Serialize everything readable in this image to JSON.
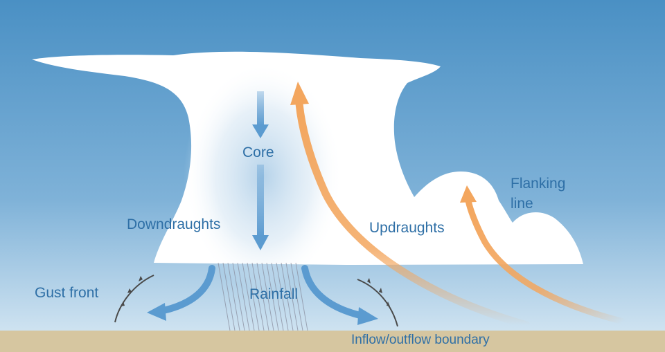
{
  "labels": {
    "core": "Core",
    "downdraughts": "Downdraughts",
    "updraughts": "Updraughts",
    "flanking_line_1": "Flanking",
    "flanking_line_2": "line",
    "gust_front": "Gust front",
    "rainfall": "Rainfall",
    "inflow_outflow_boundary": "Inflow/outflow boundary"
  },
  "colors": {
    "sky_top": "#4a90c4",
    "sky_bottom": "#cfe3f1",
    "ground": "#d6c6a0",
    "cloud": "#ffffff",
    "downdraught_arrow": "#5b9bd0",
    "updraught_arrow": "#f3a65e",
    "label_text": "#2e6fa6",
    "front_line": "#4a4a4a"
  }
}
